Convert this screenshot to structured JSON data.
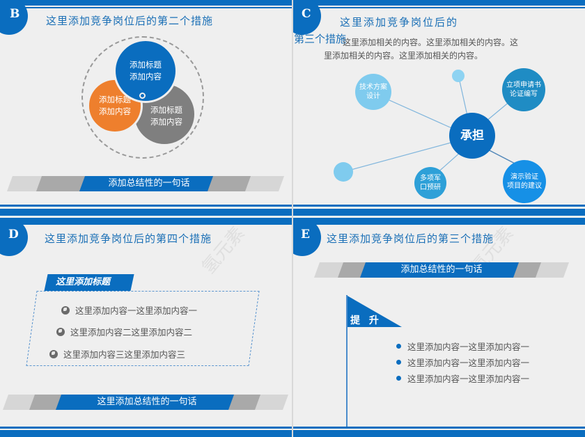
{
  "colors": {
    "primary_blue": "#0a6dbf",
    "orange": "#ee7f2d",
    "gray": "#7f7f7f",
    "light_blue": "#7fcbee",
    "mid_blue": "#2ea0d8",
    "background": "#efefef"
  },
  "slides": {
    "b": {
      "badge": "B",
      "title": "这里添加竞争岗位后的第二个措施",
      "petals": [
        {
          "color": "blue",
          "line1": "添加标题",
          "line2": "添加内容"
        },
        {
          "color": "orange",
          "line1": "添加标题",
          "line2": "添加内容"
        },
        {
          "color": "gray",
          "line1": "添加标题",
          "line2": "添加内容"
        }
      ],
      "summary": "添加总结性的一句话"
    },
    "c": {
      "badge": "C",
      "title_line1": "这里添加竞争岗位后的",
      "title_line2": "第三个措施",
      "description_line1": "这里添加相关的内容。这里添加相关的内容。这",
      "description_line2": "里添加相关的内容。这里添加相关的内容。",
      "center_node": "承担",
      "nodes": [
        {
          "id": "tech",
          "line1": "技术方案",
          "line2": "设计"
        },
        {
          "id": "proposal",
          "line1": "立项申请书",
          "line2": "论证编写"
        },
        {
          "id": "research",
          "line1": "多项军",
          "line2": "口预研"
        },
        {
          "id": "demo",
          "line1": "演示验证",
          "line2": "项目的建议"
        }
      ]
    },
    "d": {
      "badge": "D",
      "title": "这里添加竞争岗位后的第四个措施",
      "tag": "这里添加标题",
      "items": [
        "这里添加内容一这里添加内容一",
        "这里添加内容二这里添加内容二",
        "这里添加内容三这里添加内容三"
      ],
      "summary": "这里添加总结性的一句话"
    },
    "e": {
      "badge": "E",
      "title": "这里添加竞争岗位后的第三个措施",
      "summary": "添加总结性的一句话",
      "flag": "提 升",
      "items": [
        "这里添加内容一这里添加内容一",
        "这里添加内容一这里添加内容一",
        "这里添加内容一这里添加内容一"
      ]
    }
  },
  "watermark": "氢元素"
}
